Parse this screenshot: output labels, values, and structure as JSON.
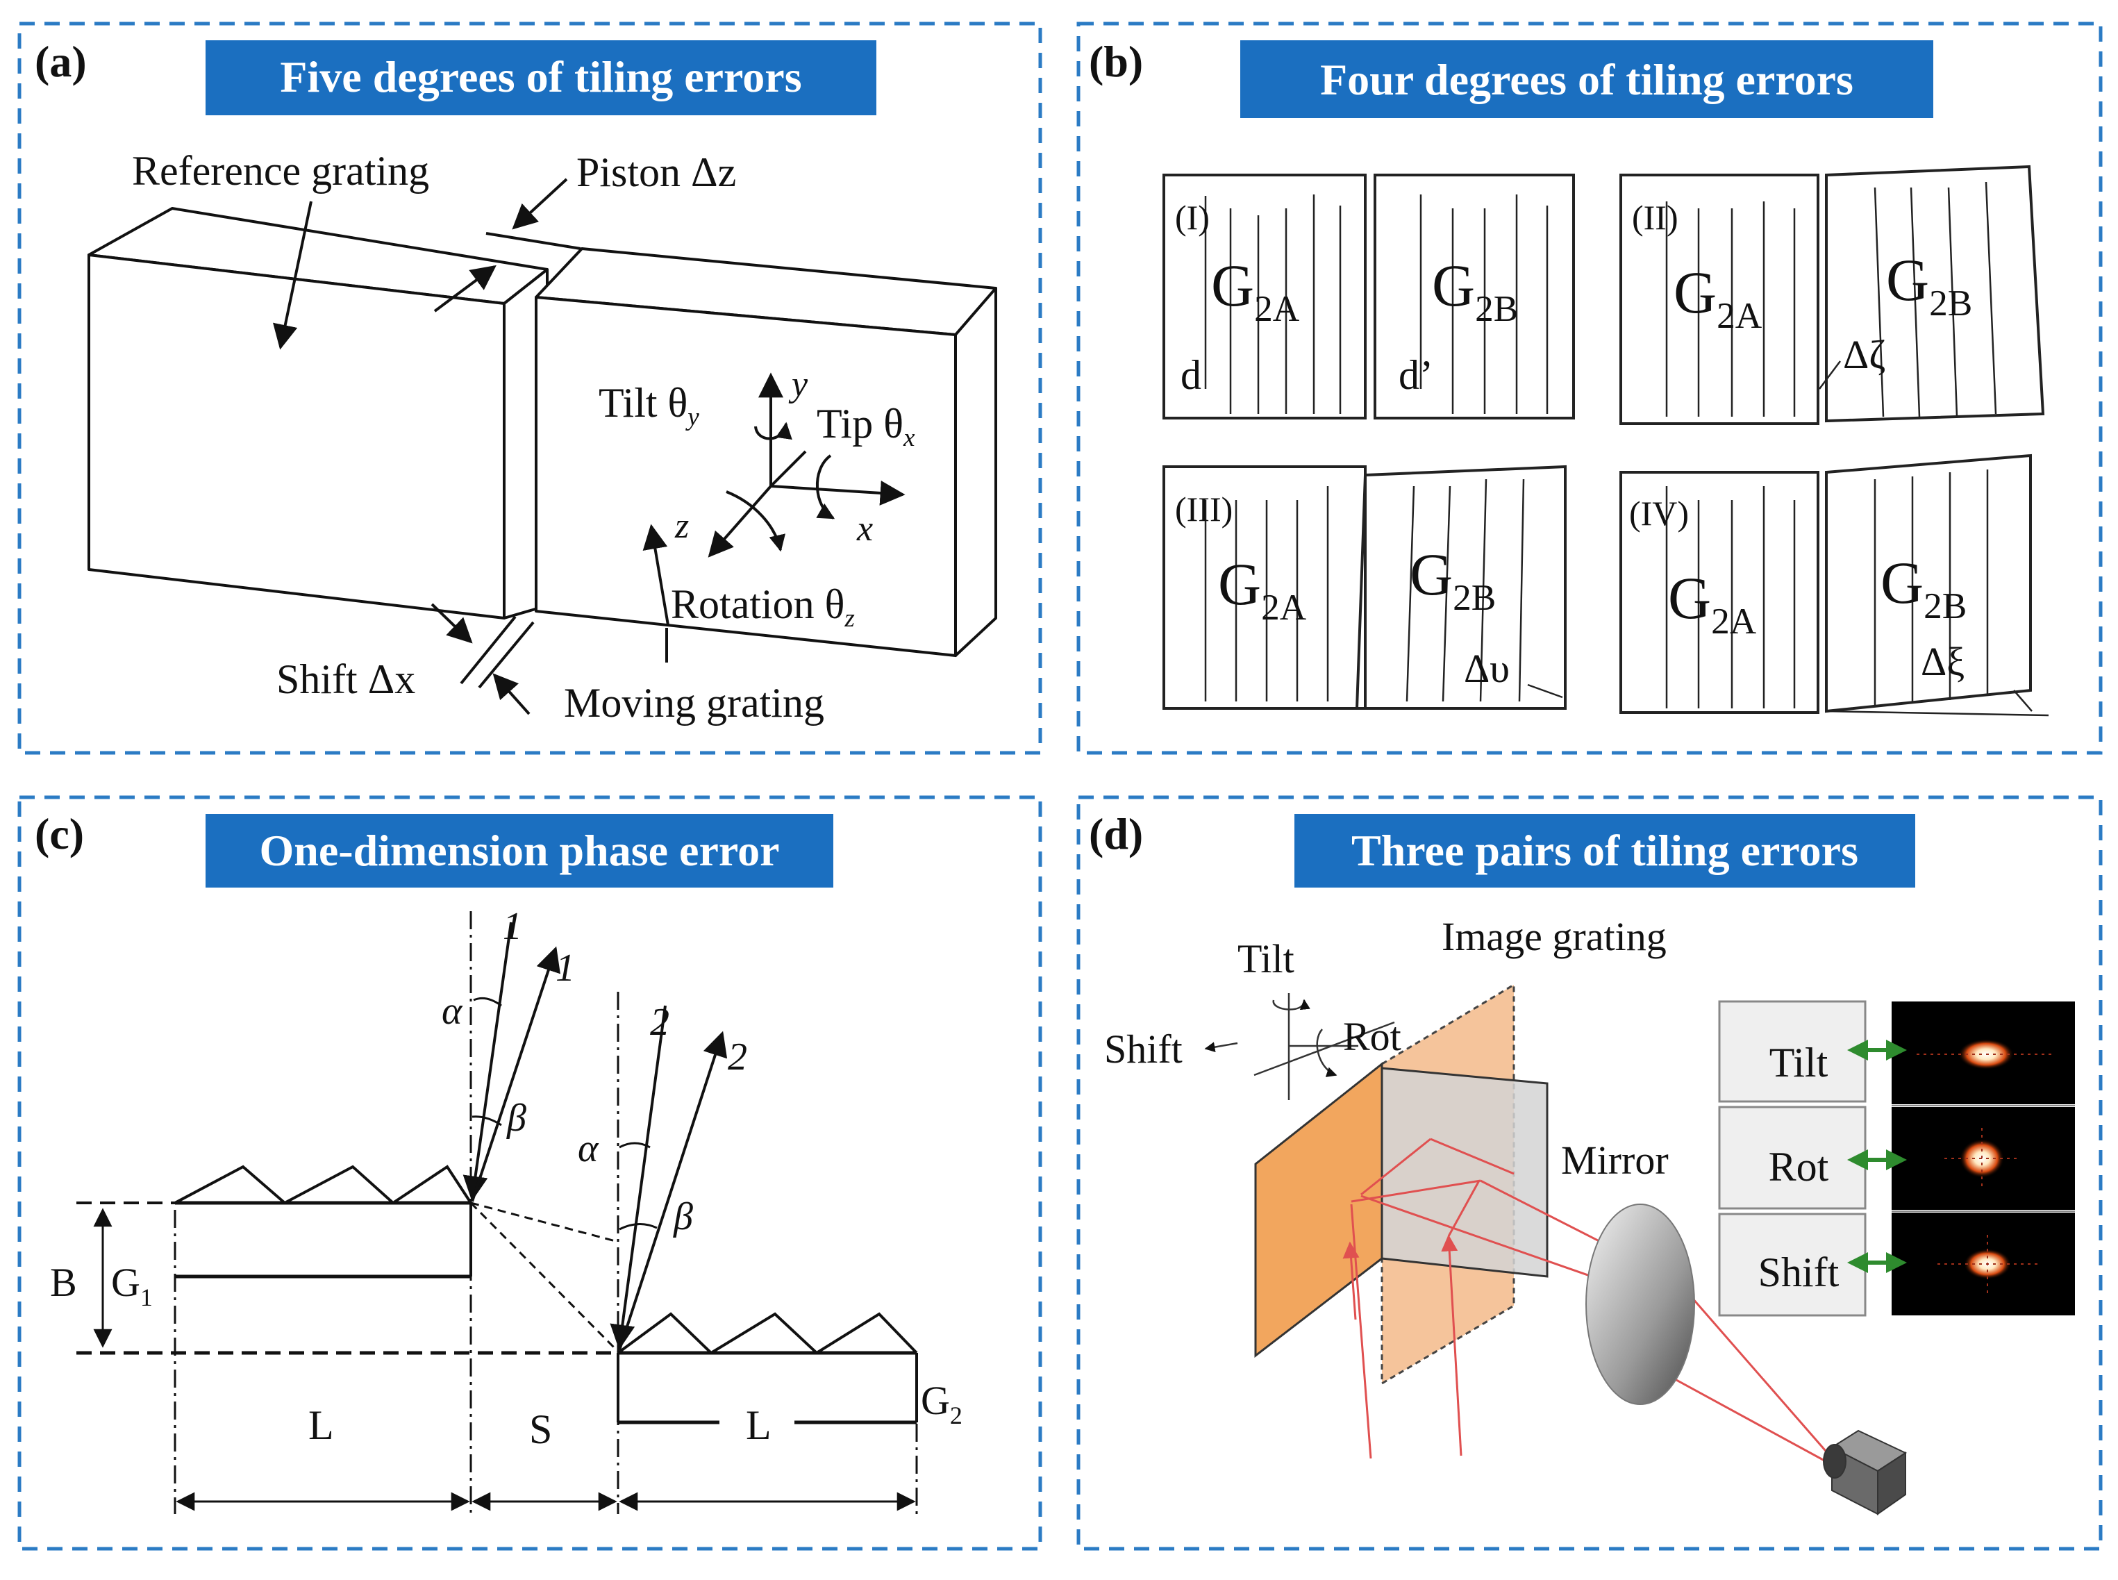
{
  "colors": {
    "panel_border": "#2b7bc4",
    "title_bg": "#1b6fc0",
    "title_text": "#ffffff",
    "line": "#111111",
    "laser": "#e05050",
    "grating_face": "#f2b07a",
    "mirror_face": "#d4d4d4",
    "arrow_green": "#2e8b2e"
  },
  "panels": {
    "a": {
      "label": "(a)",
      "title": "Five degrees of tiling errors",
      "reference_grating": "Reference grating",
      "piston": "Piston Δz",
      "tilt": "Tilt θ",
      "tilt_sub": "y",
      "tip": "Tip θ",
      "tip_sub": "x",
      "axis_y": "y",
      "axis_x": "x",
      "axis_z": "z",
      "rotation": "Rotation θ",
      "rotation_sub": "z",
      "shift": "Shift Δx",
      "moving_grating": "Moving grating"
    },
    "b": {
      "label": "(b)",
      "title": "Four degrees of tiling errors",
      "cases": [
        {
          "roman": "(I)",
          "left": "G",
          "left_sub": "2A",
          "right": "G",
          "right_sub": "2B",
          "left_note": "d",
          "right_note": "d’"
        },
        {
          "roman": "(II)",
          "left": "G",
          "left_sub": "2A",
          "right": "G",
          "right_sub": "2B",
          "right_note": "Δζ"
        },
        {
          "roman": "(III)",
          "left": "G",
          "left_sub": "2A",
          "right": "G",
          "right_sub": "2B",
          "right_note": "Δυ"
        },
        {
          "roman": "(IV)",
          "left": "G",
          "left_sub": "2A",
          "right": "G",
          "right_sub": "2B",
          "right_note": "Δξ"
        }
      ]
    },
    "c": {
      "label": "(c)",
      "title": "One-dimension phase error",
      "ray1": "1",
      "ray2": "2",
      "alpha": "α",
      "beta": "β",
      "B": "B",
      "G1": "G",
      "G1_sub": "1",
      "G2": "G",
      "G2_sub": "2",
      "L": "L",
      "S": "S"
    },
    "d": {
      "label": "(d)",
      "title": "Three pairs of tiling errors",
      "tilt": "Tilt",
      "shift": "Shift",
      "rot": "Rot",
      "image_grating": "Image grating",
      "mirror": "Mirror",
      "patterns": [
        "Tilt",
        "Rot",
        "Shift"
      ]
    }
  }
}
